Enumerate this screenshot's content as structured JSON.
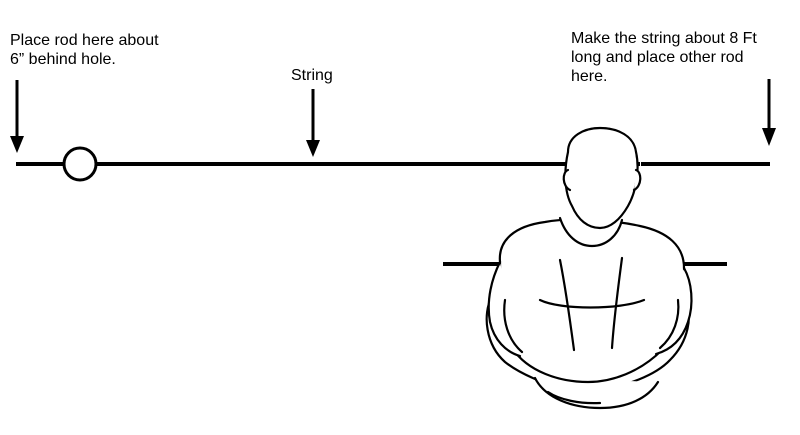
{
  "labels": {
    "left": "Place rod here about\n6” behind hole.",
    "middle": "String",
    "right": "Make the string about 8 Ft\nlong and place other rod\nhere."
  },
  "colors": {
    "ink": "#000000",
    "background": "#ffffff"
  },
  "icons": {
    "arrow": "arrow-down-icon",
    "hole": "circle-icon",
    "person": "seated-person-icon"
  }
}
